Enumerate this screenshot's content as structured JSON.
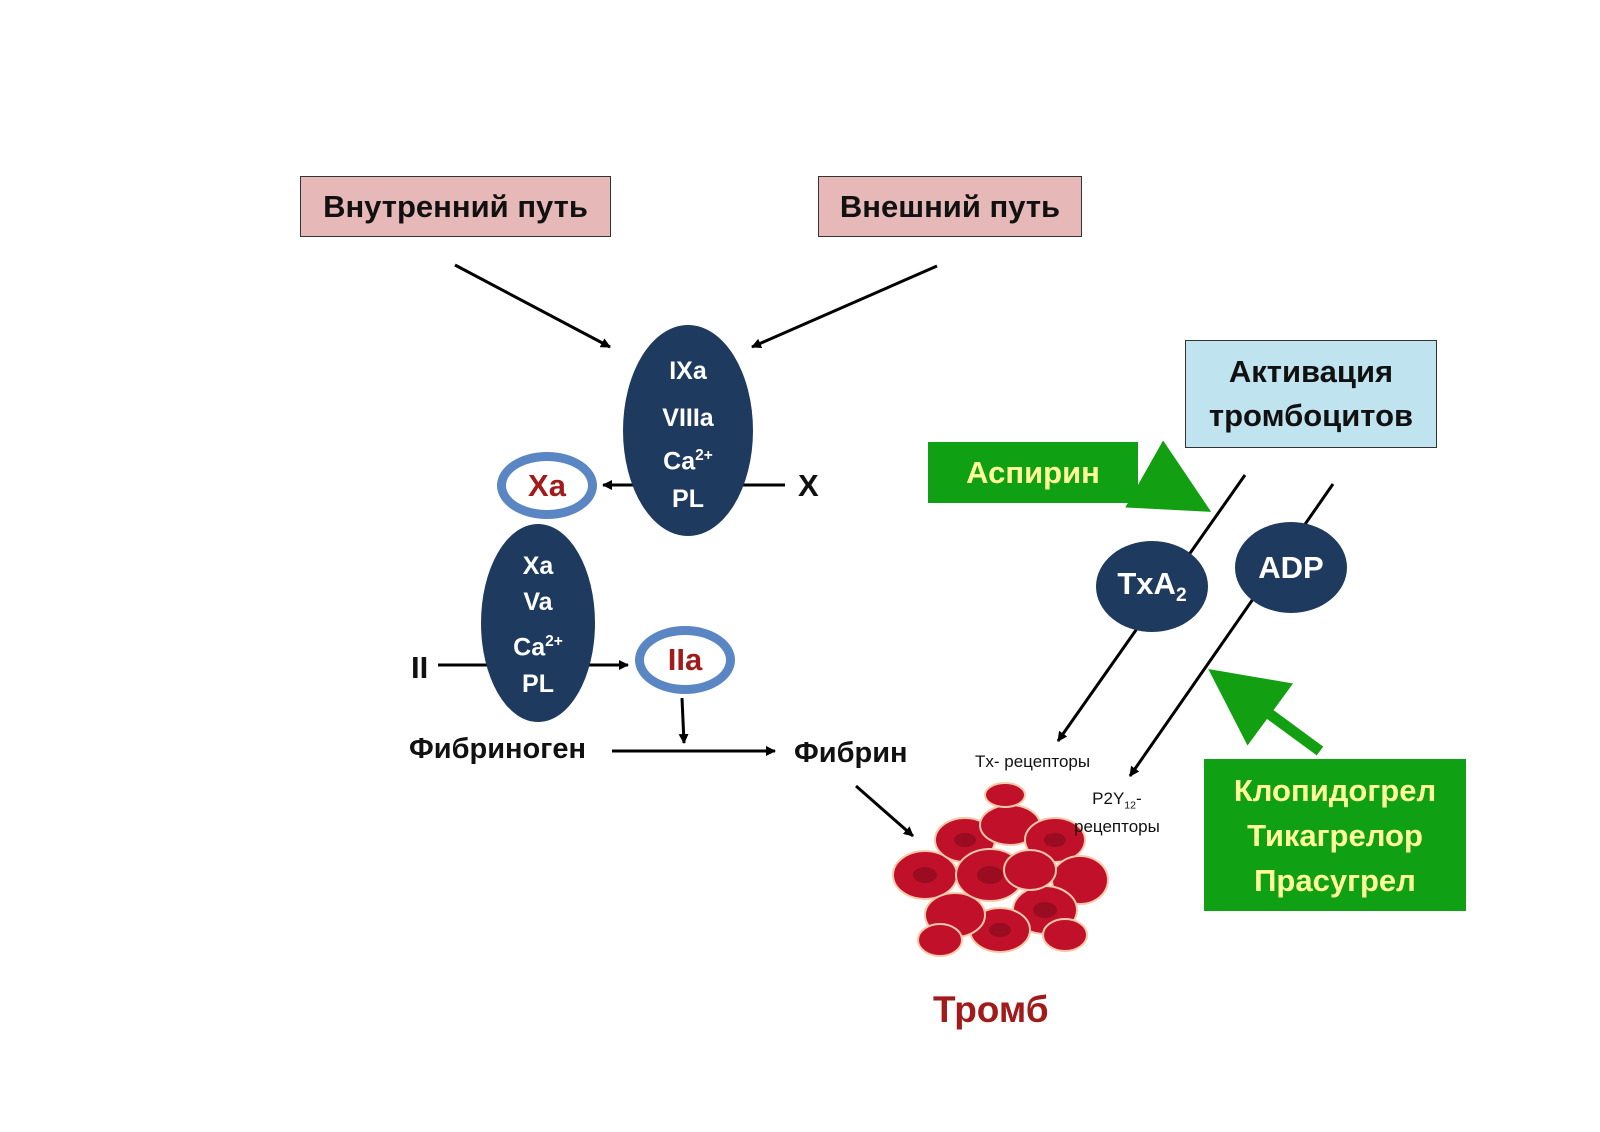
{
  "pathways": {
    "intrinsic": "Внутренний путь",
    "extrinsic": "Внешний путь"
  },
  "tenase": {
    "line1": "IXa",
    "line2": "VIIIa",
    "ca": "Ca",
    "ca_sup": "2+",
    "pl": "PL"
  },
  "factor_x": "X",
  "xa_ring": "Xa",
  "prothrombinase": {
    "line1": "Xa",
    "line2": "Va",
    "ca": "Ca",
    "ca_sup": "2+",
    "pl": "PL"
  },
  "factor_ii": "II",
  "iia_ring": "IIa",
  "fibrinogen": "Фибриноген",
  "fibrin": "Фибрин",
  "thrombus": "Тромб",
  "platelet_activation": {
    "line1": "Активация",
    "line2": "тромбоцитов"
  },
  "aspirin": "Аспирин",
  "p2y12_drugs": [
    "Клопидогрел",
    "Тикагрелор",
    "Прасугрел"
  ],
  "txa2": {
    "main": "TxA",
    "sub": "2"
  },
  "adp": "ADP",
  "tx_receptors": "Tx- рецепторы",
  "p2y12_receptors": {
    "p": "P2Y",
    "sub": "12",
    "suffix": "-",
    "line2": "рецепторы"
  },
  "colors": {
    "oval_fill": "#1f3a5f",
    "ring_stroke": "#5b86c4",
    "pathway_box": "#e6b8b7",
    "activation_box": "#bfe3ef",
    "drug_box": "#10a013",
    "drug_text": "#ffff99",
    "accent_red": "#a11b1b",
    "green_arrow": "#12a012"
  }
}
